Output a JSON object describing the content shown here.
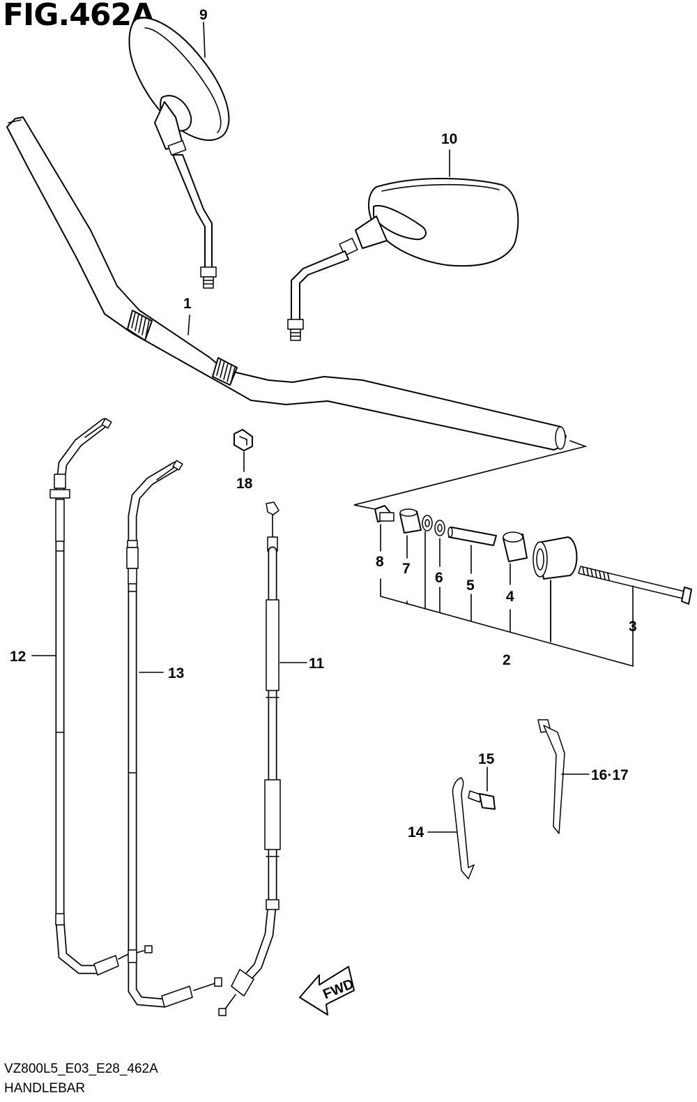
{
  "figure": {
    "title": "FIG.462A",
    "diagram_code": "VZ800L5_E03_E28_462A",
    "caption": "HANDLEBAR",
    "fwd_label": "FWD"
  },
  "callouts": [
    {
      "id": "c1",
      "text": "1"
    },
    {
      "id": "c2",
      "text": "2"
    },
    {
      "id": "c3",
      "text": "3"
    },
    {
      "id": "c4",
      "text": "4"
    },
    {
      "id": "c5",
      "text": "5"
    },
    {
      "id": "c6",
      "text": "6"
    },
    {
      "id": "c7",
      "text": "7"
    },
    {
      "id": "c8",
      "text": "8"
    },
    {
      "id": "c9",
      "text": "9"
    },
    {
      "id": "c10",
      "text": "10"
    },
    {
      "id": "c11",
      "text": "11"
    },
    {
      "id": "c12",
      "text": "12"
    },
    {
      "id": "c13",
      "text": "13"
    },
    {
      "id": "c14",
      "text": "14"
    },
    {
      "id": "c15",
      "text": "15"
    },
    {
      "id": "c16",
      "text": "16·17"
    },
    {
      "id": "c18",
      "text": "18"
    }
  ]
}
